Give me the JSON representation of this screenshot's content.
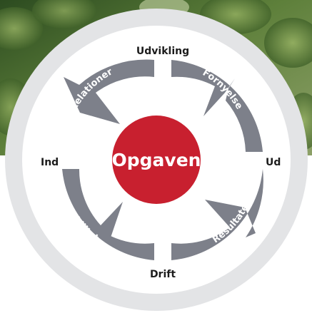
{
  "diagram": {
    "center_label": "Opgaven",
    "poles": {
      "top": "Udvikling",
      "bottom": "Drift",
      "left": "Ind",
      "right": "Ud"
    },
    "quadrants": {
      "top_left": "Relationer",
      "top_right": "Fornyelse",
      "bottom_right": "Resultater",
      "bottom_left": "Stabilitet"
    }
  },
  "colors": {
    "ring": "#e3e4e6",
    "inner": "#ffffff",
    "arrow": "#7d808a",
    "center": "#c8202f",
    "pole_text": "#1c1c1c",
    "arrow_text": "#ffffff",
    "center_text": "#ffffff"
  }
}
